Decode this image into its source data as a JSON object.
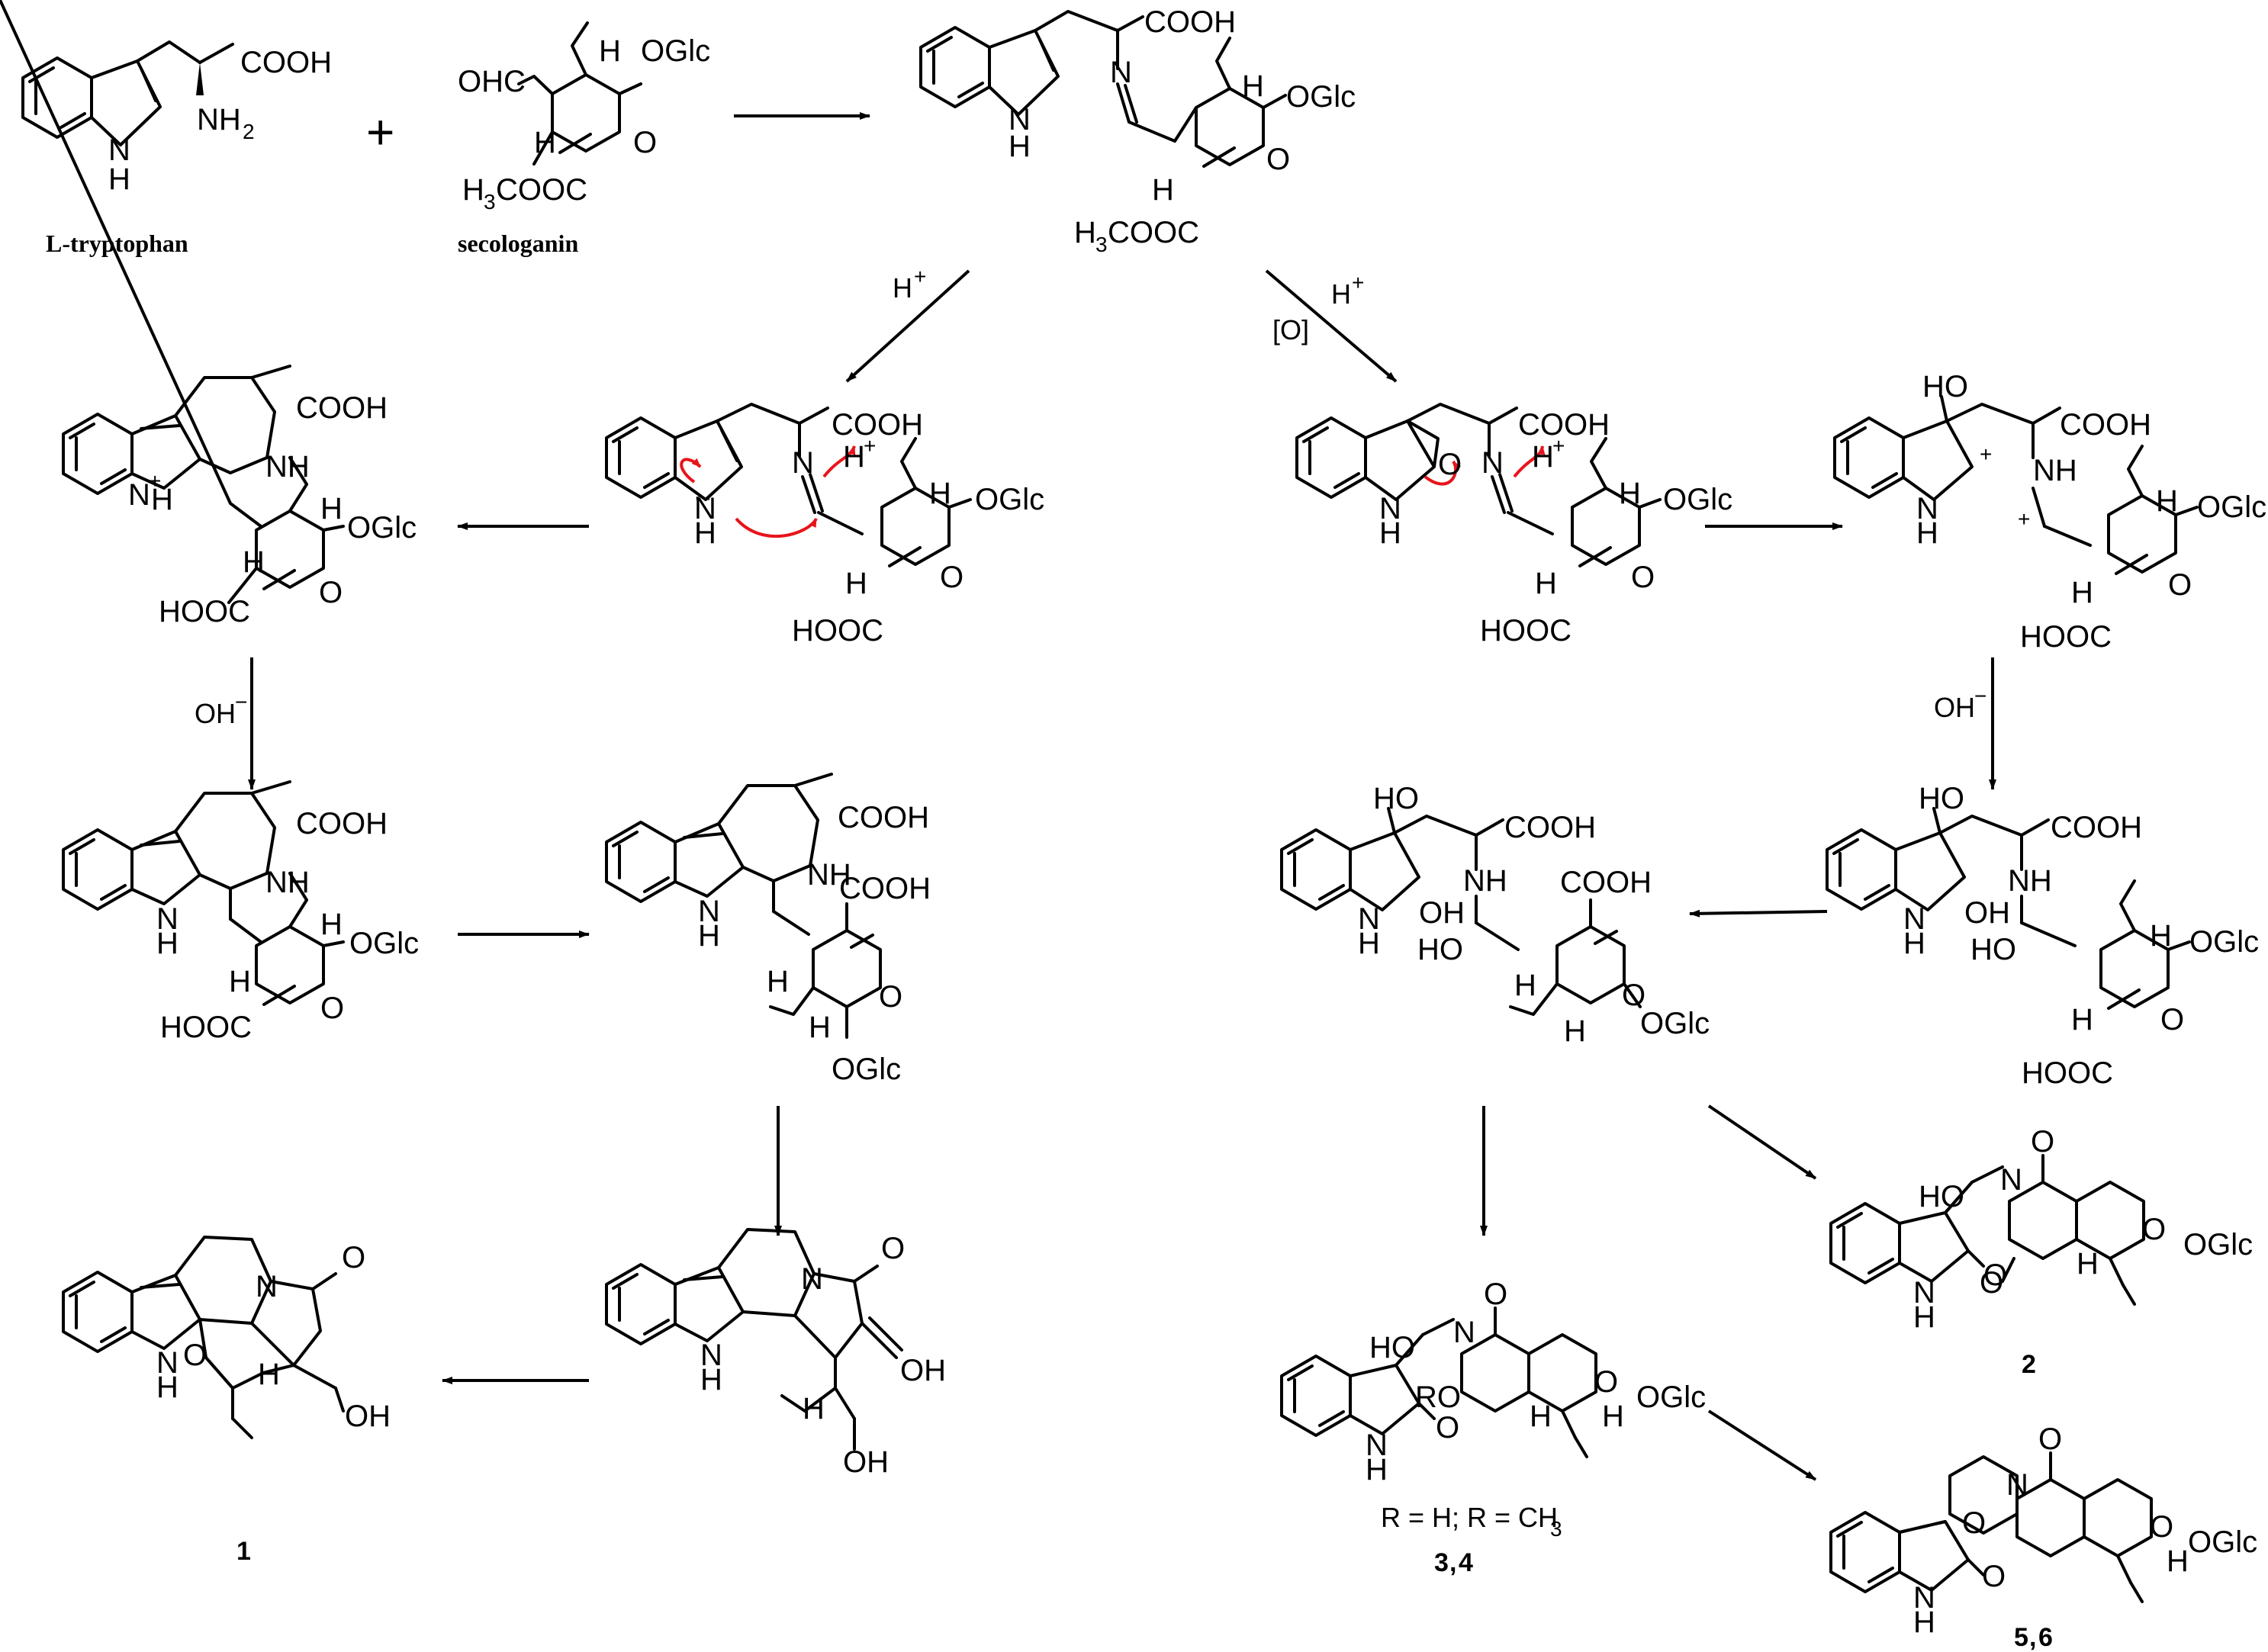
{
  "reactants": {
    "tryptophan": {
      "name": "L-tryptophan",
      "labels": {
        "cooh": "COOH",
        "nh": "NH",
        "nh_sub": "2",
        "ring_nh": "N",
        "ring_h": "H"
      }
    },
    "plus": "+",
    "secologanin": {
      "name": "secologanin",
      "labels": {
        "ohc": "OHC",
        "oglc": "OGlc",
        "h_top": "H",
        "h_left": "H",
        "o": "O",
        "ester_h": "H",
        "ester_sub": "3",
        "ester_rest": "COOC"
      }
    }
  },
  "schiff_base": {
    "cooh": "COOH",
    "n": "N",
    "oglc": "OGlc",
    "h1": "H",
    "h2": "H",
    "o": "O",
    "ester_h": "H",
    "ester_sub": "3",
    "ester_rest": "COOC",
    "nh": "N",
    "nh_h": "H"
  },
  "conditions": {
    "h_plus": "H",
    "h_plus_sup": "+",
    "ox": "[O]",
    "oh_minus": "OH",
    "oh_minus_sup": "−"
  },
  "common_labels": {
    "cooh": "COOH",
    "hooc": "HOOC",
    "oglc": "OGlc",
    "h": "H",
    "o": "O",
    "n": "N",
    "nh": "NH",
    "plus_sign": "+",
    "ho": "HO",
    "oh": "OH",
    "ro": "RO",
    "lone_pair": "··"
  },
  "compounds": {
    "c1": "1",
    "c2": "2",
    "c34_a": "3",
    "c34_sep": ",",
    "c34_b": "4",
    "c56_a": "5",
    "c56_sep": ",",
    "c56_b": "6"
  },
  "r_definition": {
    "text": "R = H; R = CH",
    "sub": "3"
  }
}
